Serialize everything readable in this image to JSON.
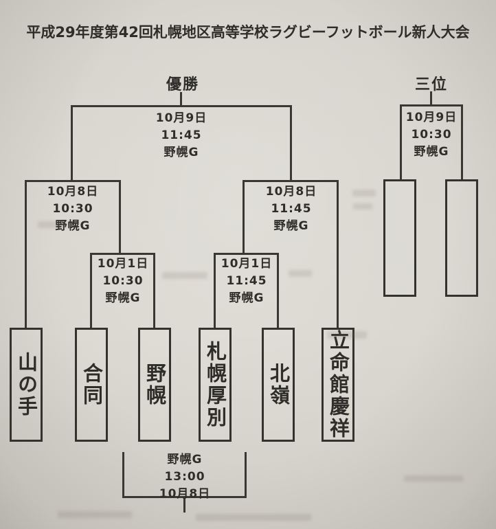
{
  "title": "平成29年度第42回札幌地区高等学校ラグビーフットボール新人大会",
  "colors": {
    "paper": "#d8d5ce",
    "ink": "#35322e"
  },
  "bracket": {
    "champion_label": "優勝",
    "third_place_label": "三位",
    "matches": {
      "final": {
        "date": "10月9日",
        "time": "11:45",
        "venue": "野幌G"
      },
      "semifinal_left": {
        "date": "10月8日",
        "time": "10:30",
        "venue": "野幌G"
      },
      "semifinal_right": {
        "date": "10月8日",
        "time": "11:45",
        "venue": "野幌G"
      },
      "quarterfinal_left": {
        "date": "10月1日",
        "time": "10:30",
        "venue": "野幌G"
      },
      "quarterfinal_right": {
        "date": "10月1日",
        "time": "11:45",
        "venue": "野幌G"
      },
      "third_place": {
        "date": "10月9日",
        "time": "10:30",
        "venue": "野幌G"
      },
      "consolation": {
        "venue": "野幌G",
        "time": "13:00",
        "date": "10月8日"
      }
    },
    "teams": [
      "山の手",
      "合同",
      "野幌",
      "札幌厚別",
      "北嶺",
      "立命館慶祥"
    ]
  }
}
